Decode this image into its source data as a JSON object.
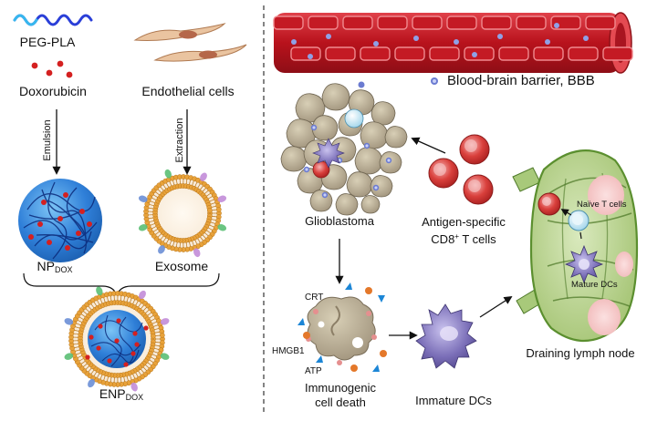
{
  "left": {
    "peg_pla": "PEG-PLA",
    "doxorubicin": "Doxorubicin",
    "endothelial_cells": "Endothelial cells",
    "emulsion": "Emulsion",
    "extraction": "Extraction",
    "np_main": "NP",
    "np_sub": "DOX",
    "exosome": "Exosome",
    "enp_main": "ENP",
    "enp_sub": "DOX"
  },
  "right": {
    "bbb_legend": "Blood-brain barrier, BBB",
    "glioblastoma": "Glioblastoma",
    "antigen_line1": "Antigen-specific",
    "antigen_cd8": "CD8",
    "antigen_sup": "+",
    "antigen_rest": " T cells",
    "naive_t_cells": "Naïve T cells",
    "mature_dcs": "Mature DCs",
    "draining_lymph_node": "Draining lymph node",
    "crt": "CRT",
    "hmgb1": "HMGB1",
    "atp": "ATP",
    "icd_line1": "Immunogenic",
    "icd_line2": "cell death",
    "immature_dcs": "Immature DCs"
  },
  "colors": {
    "vessel_red": "#c8202a",
    "vessel_dark": "#8e1218",
    "nanoparticle_blue": "#2f7fd8",
    "drug_red": "#d42020",
    "lymph_green": "#a8c97a",
    "dc_purple": "#7b6fb8",
    "tumor_tan": "#b9ae93",
    "triangle_blue": "#1c86d6",
    "dot_orange": "#e4782a"
  }
}
